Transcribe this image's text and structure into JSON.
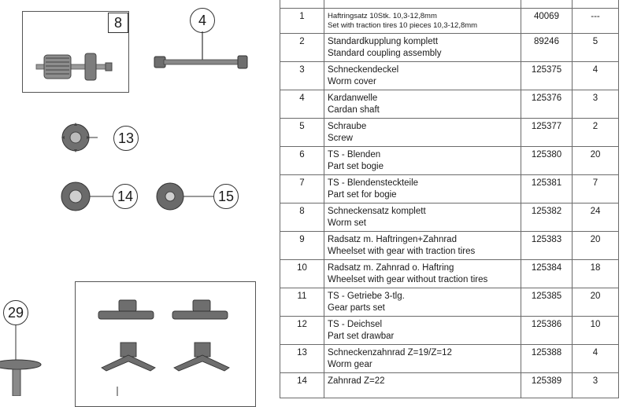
{
  "drawings": {
    "callouts": [
      "8",
      "4",
      "13",
      "14",
      "15",
      "29"
    ]
  },
  "table": {
    "rows": [
      {
        "pos": "1",
        "de": "Haftringsatz 10Stk. 10,3-12,8mm",
        "en": "Set with traction tires 10 pieces 10,3-12,8mm",
        "number": "40069",
        "qty": "---"
      },
      {
        "pos": "2",
        "de": "Standardkupplung komplett",
        "en": "Standard coupling assembly",
        "number": "89246",
        "qty": "5"
      },
      {
        "pos": "3",
        "de": "Schneckendeckel",
        "en": "Worm cover",
        "number": "125375",
        "qty": "4"
      },
      {
        "pos": "4",
        "de": "Kardanwelle",
        "en": "Cardan shaft",
        "number": "125376",
        "qty": "3"
      },
      {
        "pos": "5",
        "de": "Schraube",
        "en": "Screw",
        "number": "125377",
        "qty": "2"
      },
      {
        "pos": "6",
        "de": "TS - Blenden",
        "en": "Part set bogie",
        "number": "125380",
        "qty": "20"
      },
      {
        "pos": "7",
        "de": "TS - Blendensteckteile",
        "en": "Part set for bogie",
        "number": "125381",
        "qty": "7"
      },
      {
        "pos": "8",
        "de": "Schneckensatz komplett",
        "en": "Worm set",
        "number": "125382",
        "qty": "24"
      },
      {
        "pos": "9",
        "de": "Radsatz m. Haftringen+Zahnrad",
        "en": "Wheelset with gear with traction tires",
        "number": "125383",
        "qty": "20"
      },
      {
        "pos": "10",
        "de": "Radsatz m. Zahnrad o. Haftring",
        "en": "Wheelset with gear without traction tires",
        "number": "125384",
        "qty": "18"
      },
      {
        "pos": "11",
        "de": "TS - Getriebe 3-tlg.",
        "en": "Gear parts set",
        "number": "125385",
        "qty": "20"
      },
      {
        "pos": "12",
        "de": "TS - Deichsel",
        "en": "Part set drawbar",
        "number": "125386",
        "qty": "10"
      },
      {
        "pos": "13",
        "de": "Schneckenzahnrad Z=19/Z=12",
        "en": "Worm gear",
        "number": "125388",
        "qty": "4"
      },
      {
        "pos": "14",
        "de": "Zahnrad Z=22",
        "en": "",
        "number": "125389",
        "qty": "3"
      }
    ]
  }
}
